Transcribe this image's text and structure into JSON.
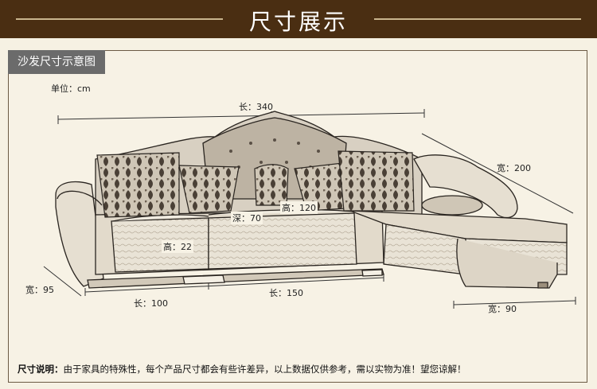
{
  "banner": {
    "title": "尺寸展示"
  },
  "diagram": {
    "tag": "沙发尺寸示意图",
    "unit": "单位：cm",
    "dims": {
      "total_length": "长：340",
      "depth_right": "宽：200",
      "depth_seat": "深：70",
      "back_height": "高：120",
      "seat_height": "高：22",
      "left_width": "宽：95",
      "length_100": "长：100",
      "length_150": "长：150",
      "chaise_width": "宽：90"
    }
  },
  "note": {
    "label": "尺寸说明：",
    "text": "由于家具的特殊性，每个产品尺寸都会有些许差异，以上数据仅供参考，需以实物为准！望您谅解！"
  }
}
